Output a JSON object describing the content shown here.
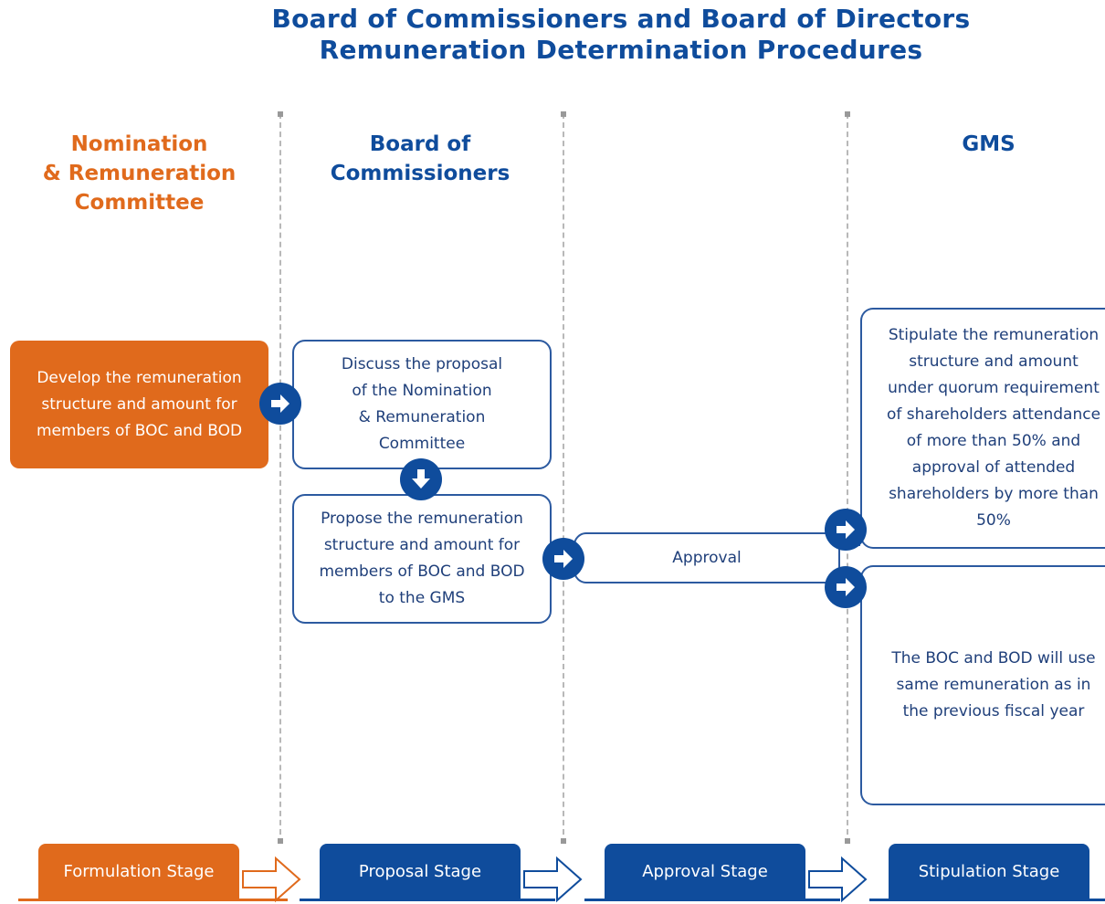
{
  "title": {
    "line1": "Board of Commissioners and Board of Directors",
    "line2": "Remuneration Determination Procedures"
  },
  "lanes": {
    "nrc": "Nomination\n& Remuneration\nCommittee",
    "boc": "Board of\nCommissioners",
    "gms": "GMS"
  },
  "boxes": {
    "develop": "Develop the remuneration structure and amount for members of BOC and BOD",
    "discuss": "Discuss the proposal\nof the Nomination\n& Remuneration\nCommittee",
    "propose": "Propose the remuneration\nstructure and amount for\nmembers of BOC and BOD\nto the GMS",
    "approval": "Approval",
    "stipulate": "Stipulate the remuneration\nstructure and amount\nunder quorum requirement\nof shareholders attendance\nof more than 50% and\napproval of attended\nshareholders by more than\n50%",
    "same": "The BOC and BOD will use\nsame remuneration as in\nthe previous fiscal year"
  },
  "stages": [
    "Formulation Stage",
    "Proposal Stage",
    "Approval Stage",
    "Stipulation Stage"
  ],
  "colors": {
    "orange": "#e06a1c",
    "blue": "#0f4c9c",
    "outline": "#2c5aa0",
    "text": "#1f3f7a"
  },
  "icons": {
    "flow_arrow": "arrow-right-circle-icon",
    "flow_down": "arrow-down-circle-icon",
    "stage_arrow": "hollow-arrow-icon"
  }
}
